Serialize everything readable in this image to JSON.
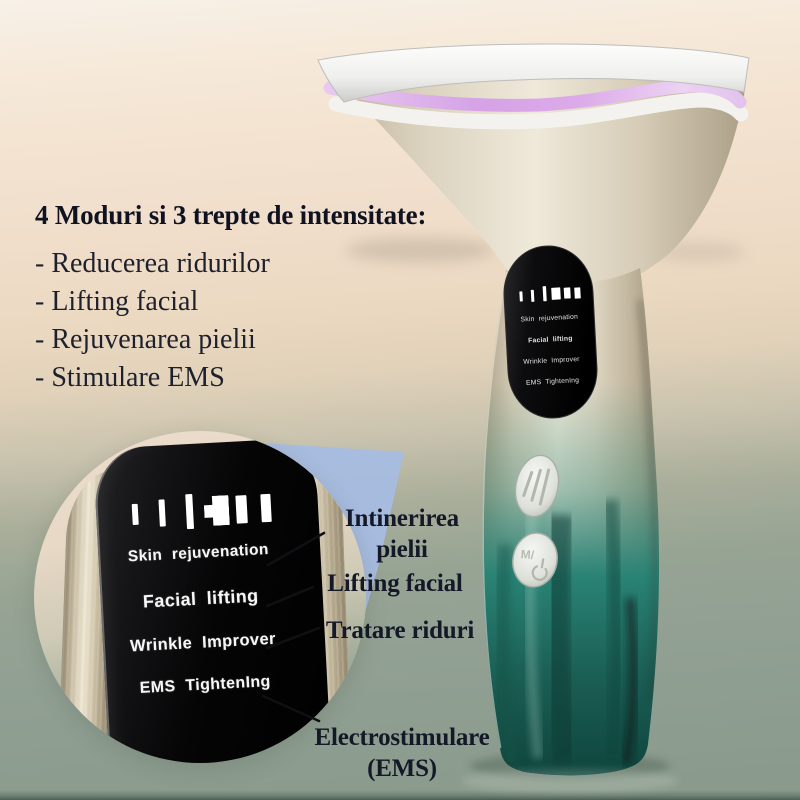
{
  "intro": {
    "title": "4 Moduri si 3 trepte de intensitate:",
    "bullets": [
      "- Reducerea ridurilor",
      "- Lifting facial",
      "- Rejuvenarea pielii",
      "- Stimulare EMS"
    ]
  },
  "display_panel": {
    "modes": [
      "Skin rejuvenation",
      "Facial lifting",
      "Wrinkle Improver",
      "EMS TightenIng"
    ]
  },
  "device": {
    "buttons": [
      {
        "icon": "intensity-bars-icon",
        "glyph": "|||"
      },
      {
        "icon": "mode-power-icon",
        "glyph": "M/"
      }
    ]
  },
  "callouts": [
    {
      "lines": [
        "Intinerirea",
        "pielii"
      ]
    },
    {
      "lines": [
        "Lifting facial"
      ]
    },
    {
      "lines": [
        "Tratare riduri"
      ]
    },
    {
      "lines": [
        "Electrostimulare",
        "(EMS)"
      ]
    }
  ],
  "colors": {
    "background_top": "#f7f1e8",
    "background_peach": "#f0decb",
    "background_sage": "#8f9f91",
    "body_champagne": "#e6ddc9",
    "body_teal": "#1f6d62",
    "led_strip": "#d9a7e6",
    "panel_black": "#0a0a0c",
    "callout_highlight_blue": "#a7bce1",
    "text_dark": "#141827"
  }
}
